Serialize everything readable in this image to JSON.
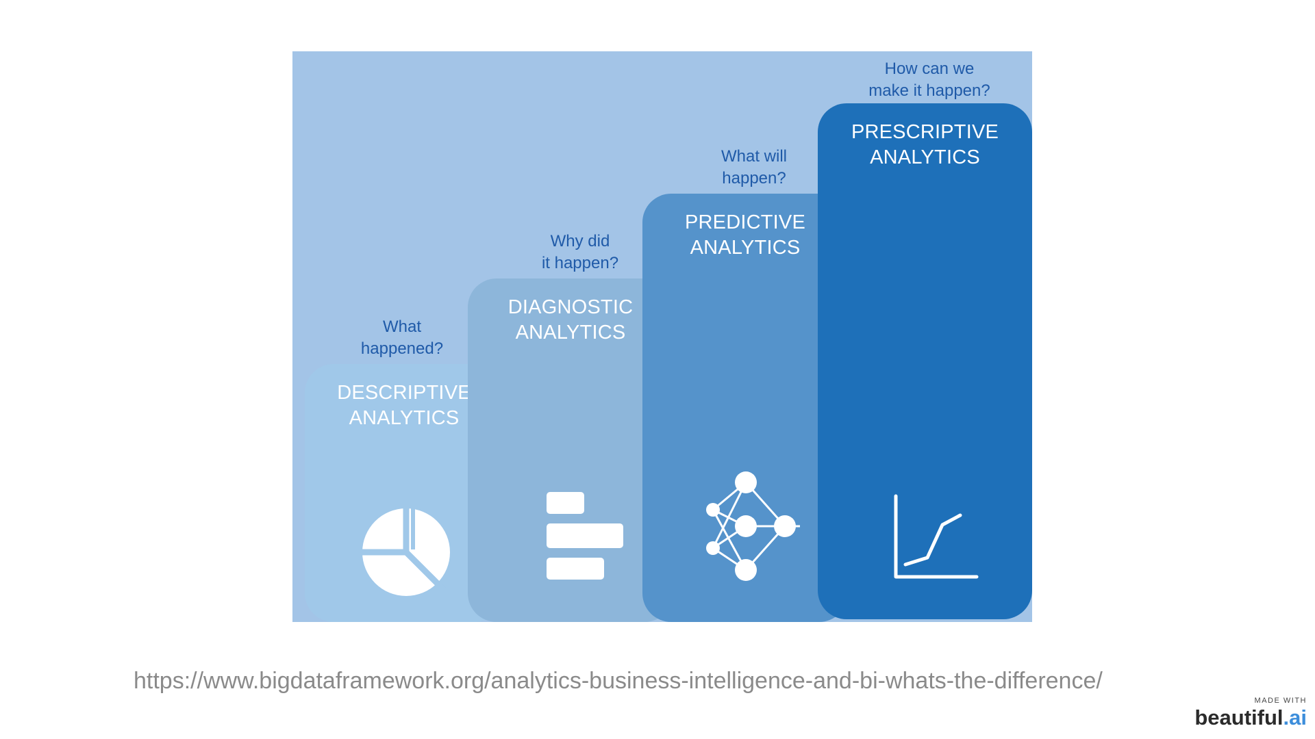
{
  "diagram": {
    "steps": [
      {
        "id": "descriptive",
        "question": "What\nhappened?",
        "name": "DESCRIPTIVE\nANALYTICS",
        "icon": "pie-chart-icon",
        "color": "#a0c8e9"
      },
      {
        "id": "diagnostic",
        "question": "Why did\nit happen?",
        "name": "DIAGNOSTIC\nANALYTICS",
        "icon": "bar-chart-icon",
        "color": "#8db6da"
      },
      {
        "id": "predictive",
        "question": "What will\nhappen?",
        "name": "PREDICTIVE\nANALYTICS",
        "icon": "neural-network-icon",
        "color": "#5593cb"
      },
      {
        "id": "prescriptive",
        "question": "How can we\nmake it happen?",
        "name": "PRESCRIPTIVE\nANALYTICS",
        "icon": "line-chart-icon",
        "color": "#1e70b9"
      }
    ],
    "background_color": "#a3c4e7",
    "question_color": "#1f5aa8"
  },
  "source": {
    "url": "https://www.bigdataframework.org/analytics-business-intelligence-and-bi-whats-the-difference/"
  },
  "branding": {
    "made_with": "MADE WITH",
    "brand_name": "beautiful",
    "brand_suffix": ".ai"
  }
}
